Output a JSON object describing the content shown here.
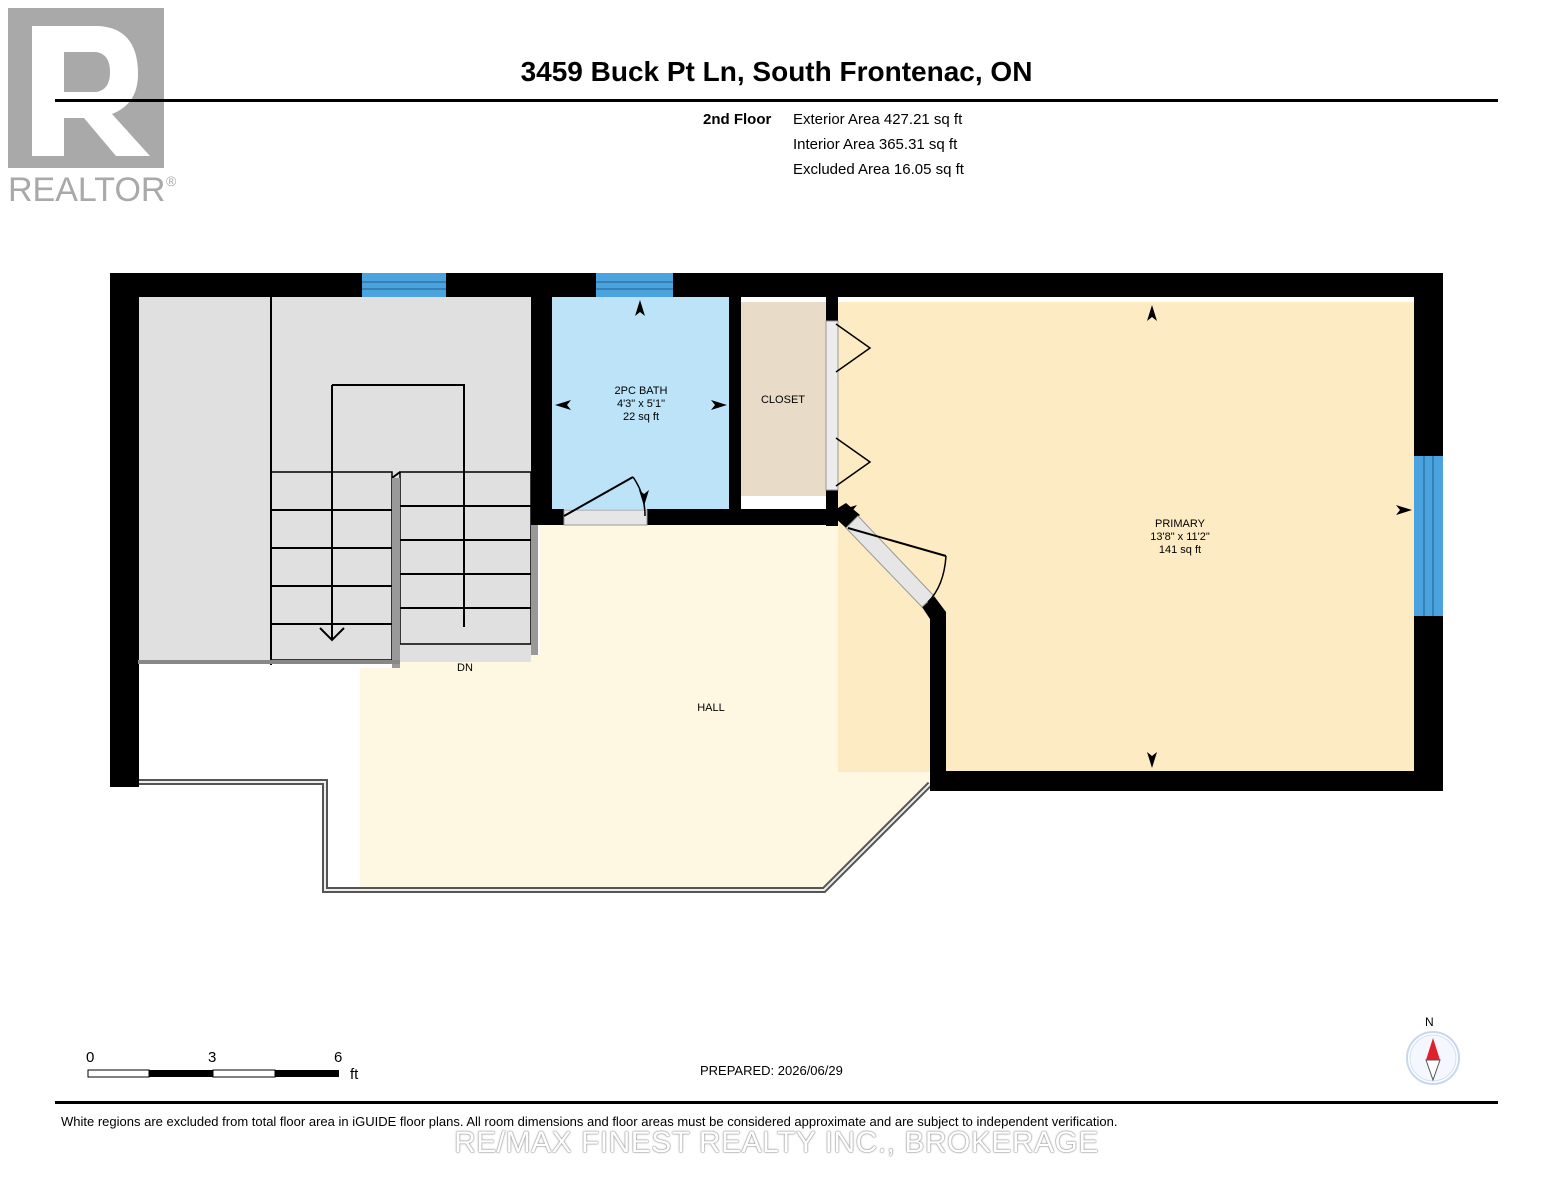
{
  "header": {
    "title": "3459 Buck Pt Ln, South Frontenac, ON",
    "logo_text": "REALTOR"
  },
  "summary": {
    "floor": "2nd Floor",
    "exterior": "Exterior Area 427.21 sq ft",
    "interior": "Interior Area 365.31 sq ft",
    "excluded": "Excluded Area 16.05 sq ft"
  },
  "rooms": {
    "bath": {
      "name": "2PC BATH",
      "dims": "4'3\" x 5'1\"",
      "area": "22 sq ft"
    },
    "closet": {
      "name": "CLOSET"
    },
    "primary": {
      "name": "PRIMARY",
      "dims": "13'8\" x 11'2\"",
      "area": "141 sq ft"
    },
    "hall": {
      "name": "HALL"
    },
    "stairs": {
      "label": "DN"
    }
  },
  "scale": {
    "ticks": [
      "0",
      "3",
      "6"
    ],
    "unit": "ft"
  },
  "compass": {
    "label": "N"
  },
  "footer": {
    "prepared": "PREPARED: 2026/06/29",
    "disclaimer": "White regions are excluded from total floor area in iGUIDE floor plans. All room dimensions and floor areas must be considered approximate and are subject to independent verification.",
    "brokerage": "RE/MAX FINEST REALTY INC., BROKERAGE"
  },
  "colors": {
    "wall": "#000000",
    "window": "#4aa3df",
    "bath_fill": "#bde3f8",
    "closet_fill": "#e8dcc8",
    "primary_fill": "#fdebc4",
    "hall_fill": "#fef7e2",
    "stair_fill": "#e0e0e0",
    "logo_grey": "#a9a9a9",
    "compass_red": "#e0202a"
  }
}
